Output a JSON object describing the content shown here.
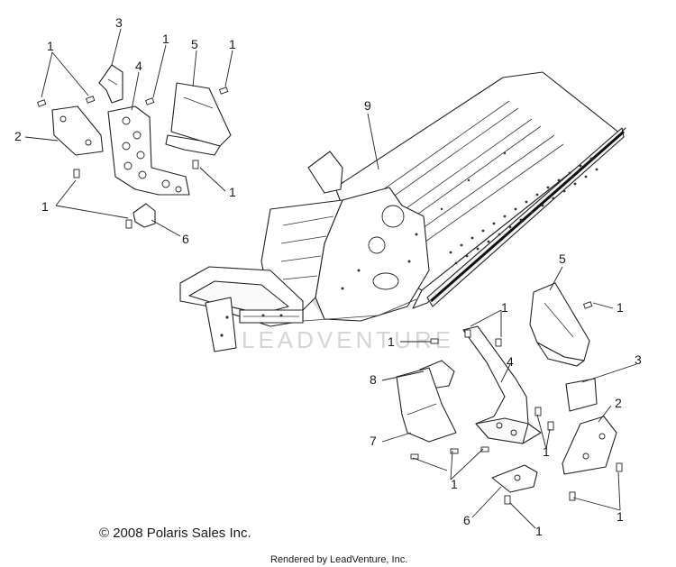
{
  "callouts": {
    "c1": "1",
    "c2": "1",
    "c3": "1",
    "c4": "1",
    "c5": "1",
    "c6": "1",
    "c7": "1",
    "c8": "1",
    "c9": "1",
    "c10": "1",
    "c11": "1",
    "c12": "1",
    "l2a": "2",
    "l3a": "3",
    "l4a": "4",
    "l5a": "5",
    "l6a": "6",
    "l9": "9",
    "l2b": "2",
    "l3b": "3",
    "l4b": "4",
    "l5b": "5",
    "l6b": "6",
    "l7": "7",
    "l8": "8"
  },
  "watermark": "LEADVENTURE",
  "copyright": "© 2008 Polaris Sales Inc.",
  "rendered_by": "Rendered by LeadVenture, Inc."
}
